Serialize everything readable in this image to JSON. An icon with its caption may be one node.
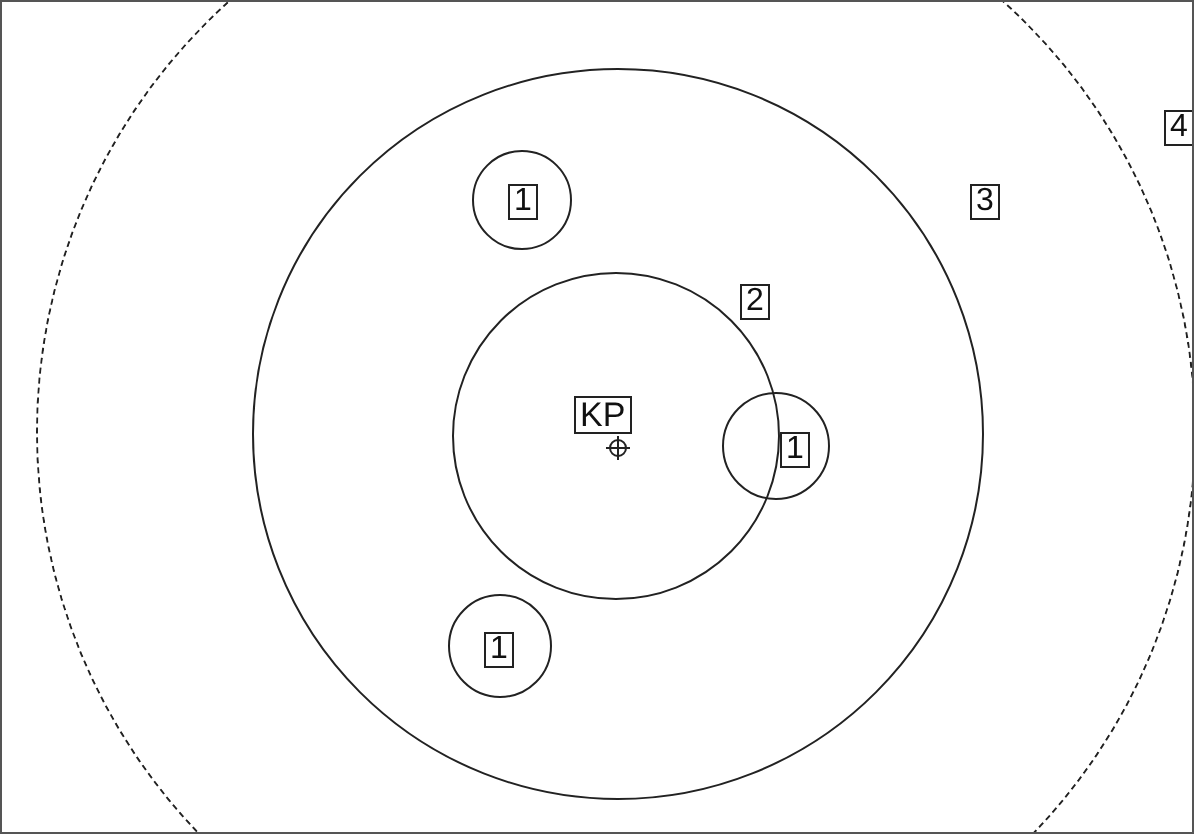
{
  "diagram": {
    "nodes": [
      {
        "text": [
          "4"
        ]
      },
      {
        "text": [
          "3"
        ],
        "in": 0
      },
      {
        "text": [
          "1"
        ],
        "in": 1
      },
      {
        "text": [
          "2"
        ],
        "in": 1
      },
      {
        "text": [
          "KP"
        ],
        "in": 3
      },
      {
        "text": [
          "1"
        ],
        "in": 1
      },
      {
        "text": [
          "1"
        ],
        "in": 1
      }
    ]
  }
}
